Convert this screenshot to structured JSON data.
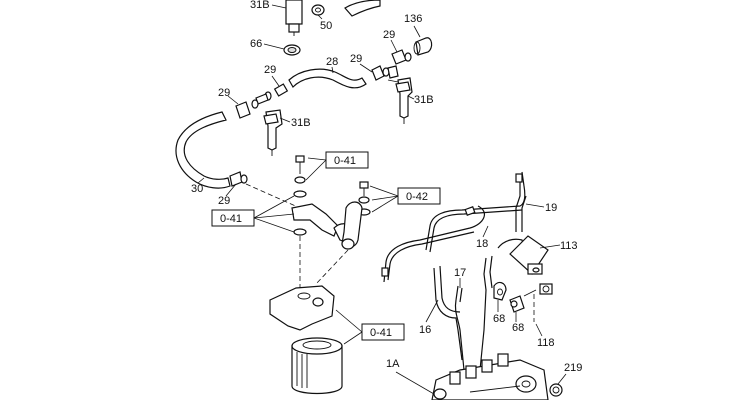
{
  "labels": {
    "l31b_top": "31B",
    "l50": "50",
    "l136": "136",
    "l66": "66",
    "l29_a": "29",
    "l29_b": "29",
    "l29_c": "29",
    "l29_d": "29",
    "l29_e": "29",
    "l28": "28",
    "l31b_right": "31B",
    "l31b_mid": "31B",
    "l30": "30",
    "l19": "19",
    "l18": "18",
    "l113": "113",
    "l17": "17",
    "l16": "16",
    "l68_a": "68",
    "l68_b": "68",
    "l118": "118",
    "l1a": "1A",
    "l219": "219"
  },
  "ref_boxes": {
    "r041_top": "0-41",
    "r042": "0-42",
    "r041_left": "0-41",
    "r041_bottom": "0-41"
  }
}
